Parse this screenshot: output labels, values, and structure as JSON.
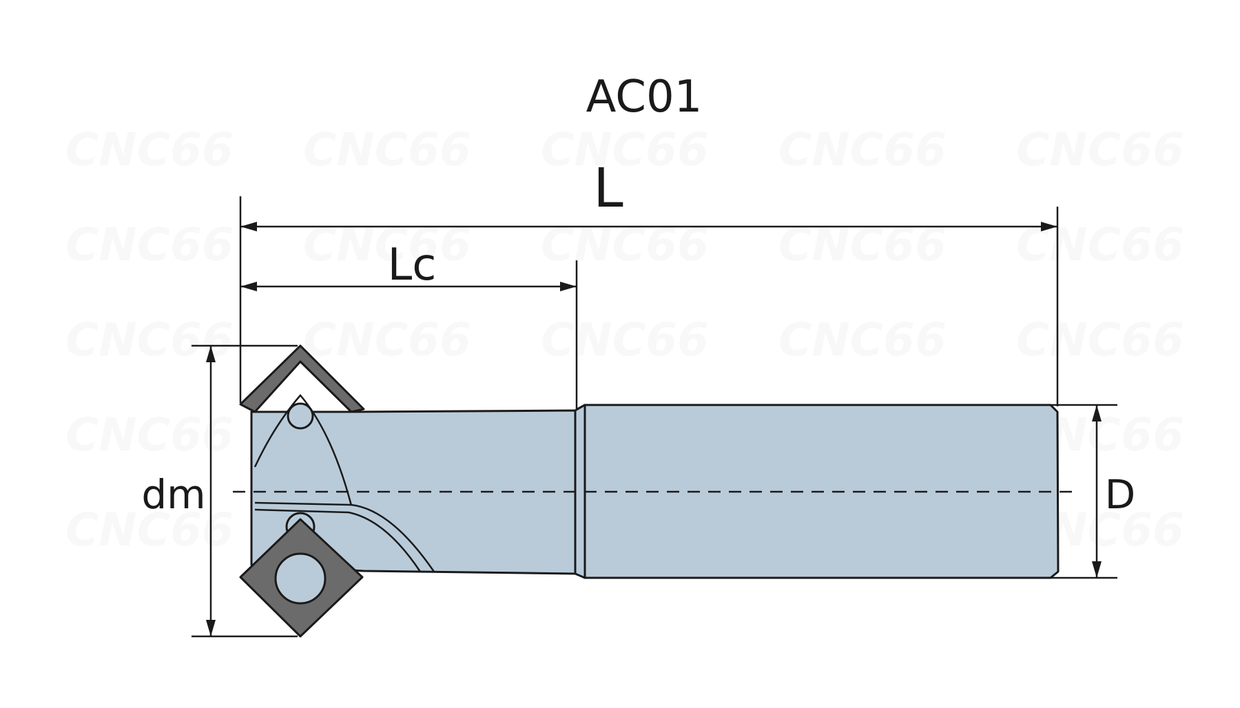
{
  "title": "AC01",
  "dimensions": {
    "overall_length": "L",
    "cutting_length": "Lc",
    "cutting_diameter": "dm",
    "shank_diameter": "D"
  },
  "watermark": "CNC66",
  "colors": {
    "body_fill": "#b9cbd9",
    "insert_fill": "#6b6b6b",
    "line": "#1a1a1a",
    "background": "#ffffff"
  }
}
